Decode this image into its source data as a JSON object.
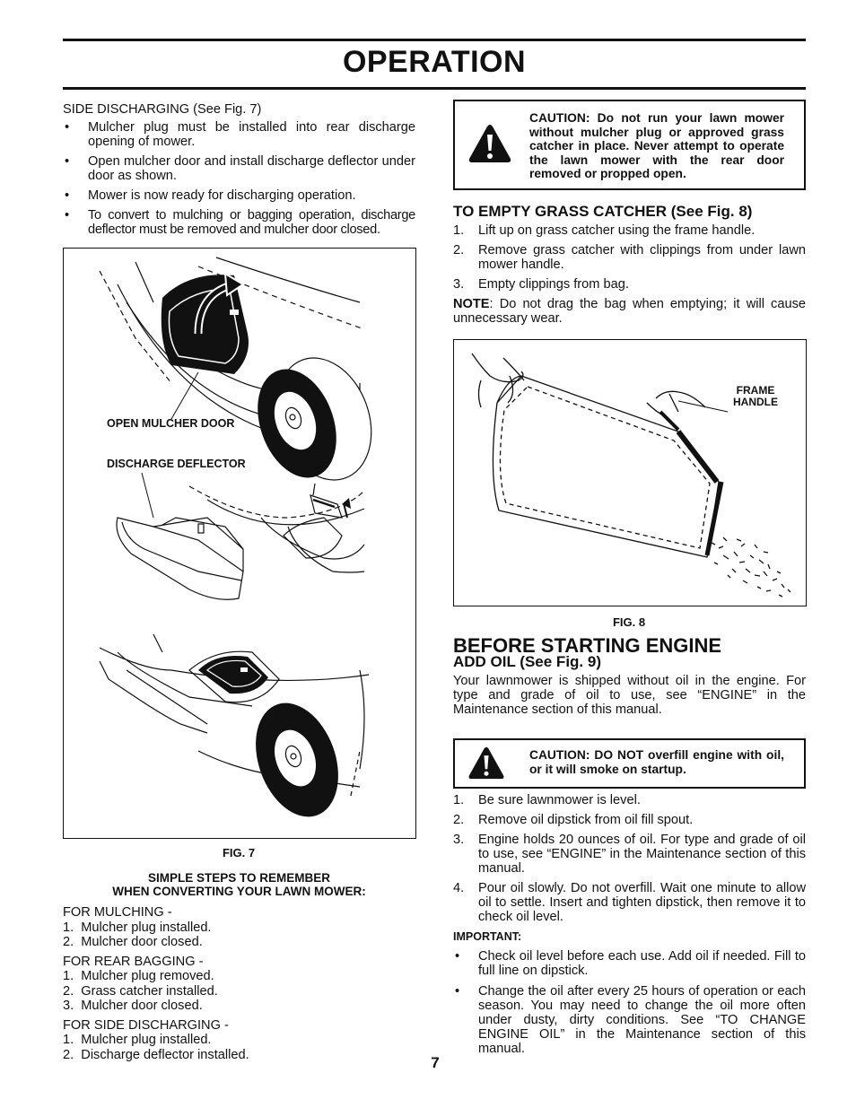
{
  "page_title": "OPERATION",
  "left": {
    "side_heading": "SIDE DISCHARGING (See Fig. 7)",
    "side_bullets": [
      "Mulcher plug must be installed into rear discharge opening of mower.",
      "Open mulcher door and install discharge deflector under door as shown.",
      "Mower is now ready for discharging operation.",
      "To convert to mulching or bagging operation, discharge deflector must be removed and mulcher door closed."
    ],
    "fig7": {
      "label_door": "OPEN MULCHER DOOR",
      "label_deflector": "DISCHARGE DEFLECTOR",
      "caption": "FIG. 7"
    },
    "steps_heading_1": "SIMPLE STEPS TO REMEMBER",
    "steps_heading_2": "WHEN CONVERTING YOUR LAWN MOWER:",
    "mulching": {
      "title": "FOR MULCHING -",
      "items": [
        "1.  Mulcher plug installed.",
        "2.  Mulcher door closed."
      ]
    },
    "rear": {
      "title": "FOR REAR BAGGING -",
      "items": [
        "1.  Mulcher plug removed.",
        "2.  Grass catcher installed.",
        "3.  Mulcher door closed."
      ]
    },
    "side": {
      "title": "FOR SIDE DISCHARGING -",
      "items": [
        "1.  Mulcher plug installed.",
        "2.  Discharge deflector installed."
      ]
    }
  },
  "right": {
    "caution1": "CAUTION:  Do not run your lawn mower without mulcher plug or approved grass catcher in place.  Never attempt to operate the lawn mower with the rear door removed or propped open.",
    "empty_heading": "TO EMPTY GRASS CATCHER (See Fig. 8)",
    "empty_steps": [
      {
        "num": "1.",
        "text": "Lift up on grass catcher using the frame handle."
      },
      {
        "num": "2.",
        "text": "Remove grass catcher with clippings from under lawn mower handle."
      },
      {
        "num": "3.",
        "text": "Empty clippings from bag."
      }
    ],
    "note_label": "NOTE",
    "note_text": ":  Do not drag the bag when emptying;  it will cause unnecessary wear.",
    "fig8": {
      "label_frame": "FRAME",
      "label_handle": "HANDLE",
      "caption": "FIG. 8"
    },
    "before_heading": "BEFORE STARTING ENGINE",
    "add_oil_heading": "ADD OIL (See Fig. 9)",
    "oil_intro": "Your lawnmower is shipped without oil in the engine. For type and grade of oil to use, see “ENGINE” in the Maintenance section of this manual.",
    "caution2": "CAUTION: DO NOT overfill engine with oil, or it will smoke on startup.",
    "oil_steps": [
      {
        "num": "1.",
        "text": "Be sure lawnmower is level."
      },
      {
        "num": "2.",
        "text": "Remove oil dipstick from oil fill spout."
      },
      {
        "num": "3.",
        "text": "Engine holds 20 ounces of oil.  For type and grade of oil to use, see “ENGINE” in the Maintenance section of this manual."
      },
      {
        "num": "4.",
        "text": "Pour oil slowly.  Do not overfill.  Wait one minute to allow oil to settle.  Insert and tighten dipstick, then remove it to check oil level."
      }
    ],
    "important_label": "IMPORTANT:",
    "important_bullets": [
      "Check oil level before each use.  Add oil if needed. Fill to full line on dipstick.",
      "Change the oil after every 25 hours of operation or each season.  You may need to change the oil more often under dusty, dirty conditions.  See “TO CHANGE ENGINE OIL” in the Maintenance section of this manual."
    ]
  },
  "page_number": "7"
}
